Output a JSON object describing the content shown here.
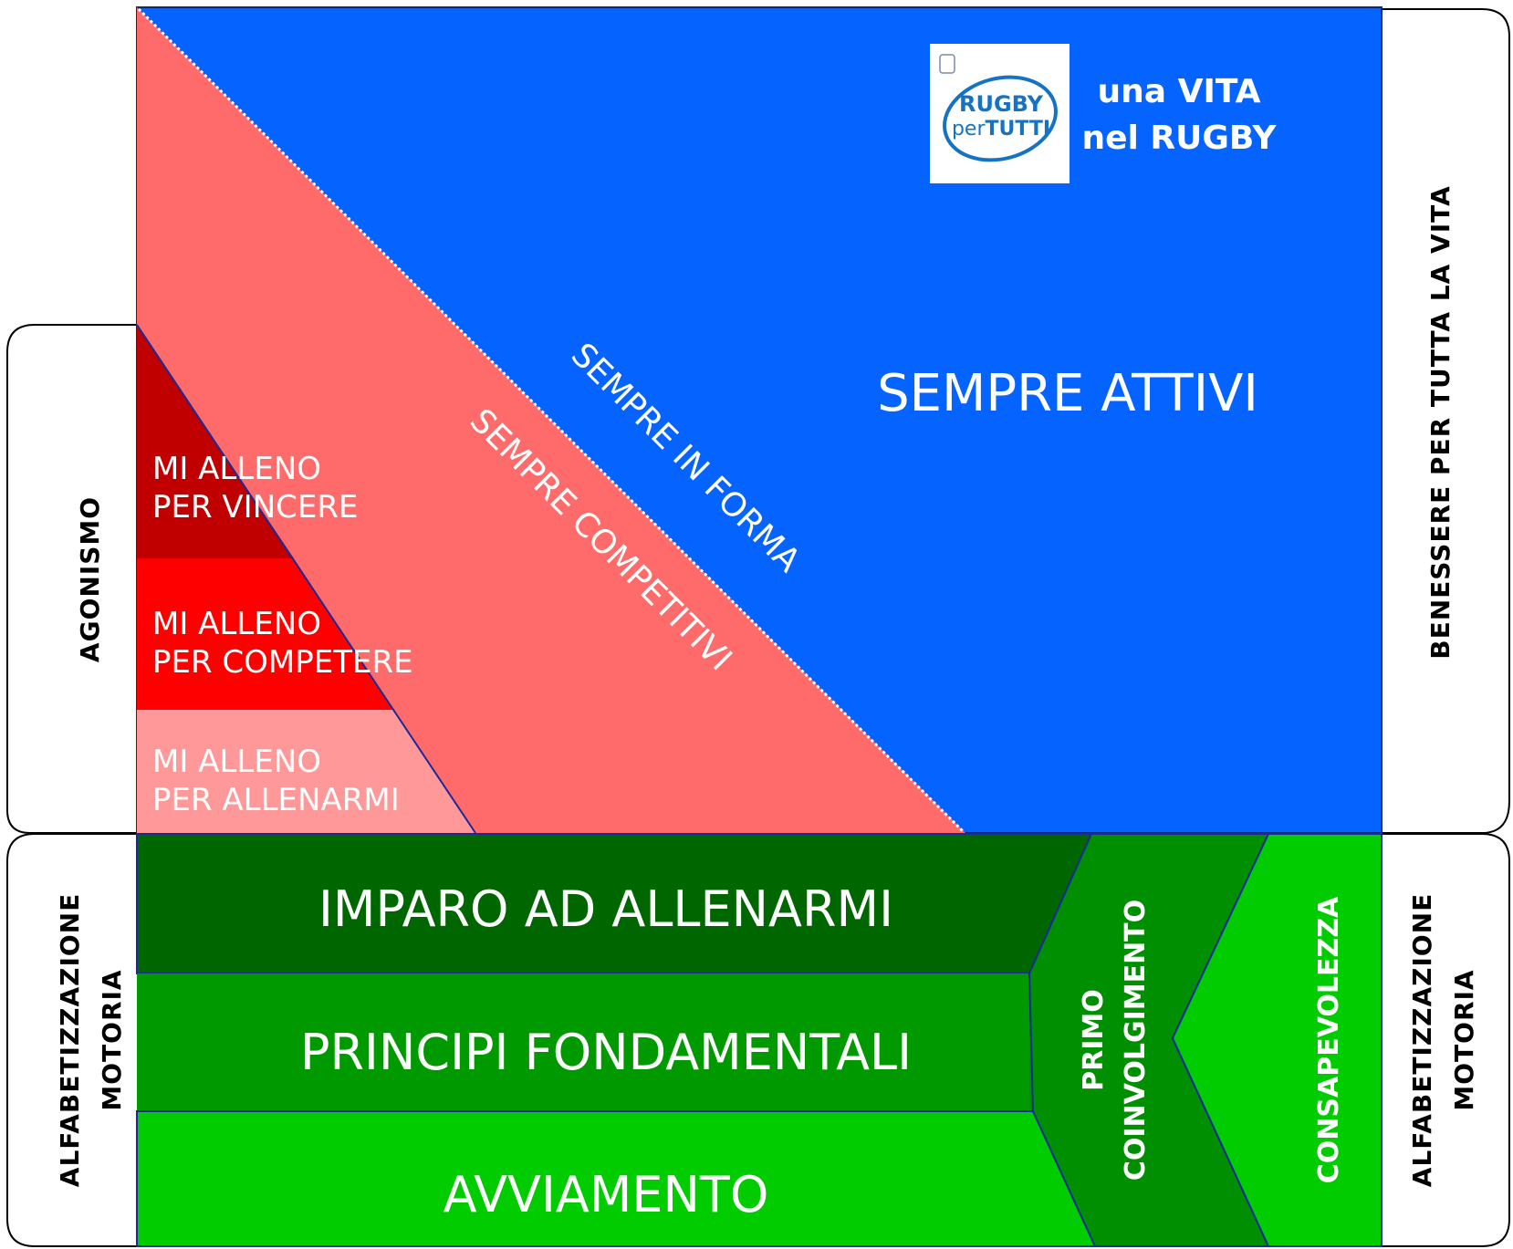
{
  "logo": {
    "line1": "RUGBY",
    "line2_prefix": "per",
    "line2_main": "TUTTI"
  },
  "tagline": {
    "line1": "una VITA",
    "line2": "nel RUGBY"
  },
  "side_labels": {
    "agonismo": "AGONISMO",
    "benessere": "BENESSERE PER TUTTA LA VITA",
    "alfabetizzazione_left_line1": "ALFABETIZZAZIONE",
    "alfabetizzazione_left_line2": "MOTORIA",
    "alfabetizzazione_right_line1": "ALFABETIZZAZIONE",
    "alfabetizzazione_right_line2": "MOTORIA"
  },
  "zones": {
    "sempre_attivi": "SEMPRE ATTIVI",
    "sempre_in_forma": "SEMPRE IN FORMA",
    "sempre_competitivi": "SEMPRE COMPETITIVI",
    "vincere_line1": "MI ALLENO",
    "vincere_line2": "PER VINCERE",
    "competere_line1": "MI ALLENO",
    "competere_line2": "PER COMPETERE",
    "allenarmi_line1": "MI ALLENO",
    "allenarmi_line2": "PER ALLENARMI",
    "imparo": "IMPARO AD ALLENARMI",
    "principi": "PRINCIPI FONDAMENTALI",
    "avviamento": "AVVIAMENTO",
    "primo_line1": "PRIMO",
    "primo_line2": "COINVOLGIMENTO",
    "consapevolezza": "CONSAPEVOLEZZA"
  },
  "colors": {
    "blue": "#0563ff",
    "salmon": "#ff6b6b",
    "dark_red": "#c00000",
    "red": "#ff0000",
    "pink": "#ff9999",
    "dark_green": "#006600",
    "mid_green": "#009900",
    "bright_green": "#00cc00",
    "primo_green": "#008f00",
    "logo_blue": "#1673c4"
  }
}
